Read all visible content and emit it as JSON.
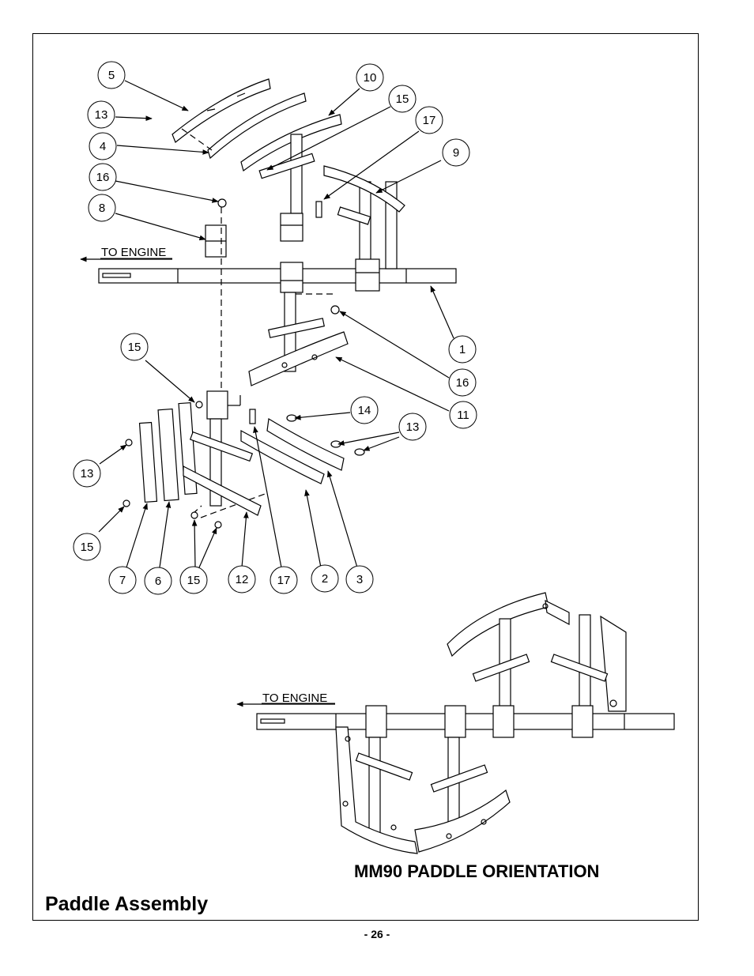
{
  "diagram": {
    "to_engine_label": "TO ENGINE",
    "callouts": [
      "5",
      "13",
      "4",
      "16",
      "8",
      "10",
      "15",
      "17",
      "9",
      "1",
      "16",
      "11",
      "15",
      "14",
      "13",
      "13",
      "15",
      "7",
      "6",
      "15",
      "12",
      "17",
      "2",
      "3"
    ]
  },
  "orientation": {
    "to_engine_label": "TO ENGINE",
    "title": "MM90 PADDLE ORIENTATION"
  },
  "page": {
    "title": "Paddle Assembly",
    "number": "- 26 -"
  },
  "colors": {
    "line": "#000000",
    "fill": "#ffffff",
    "hatch": "#cccccc"
  }
}
